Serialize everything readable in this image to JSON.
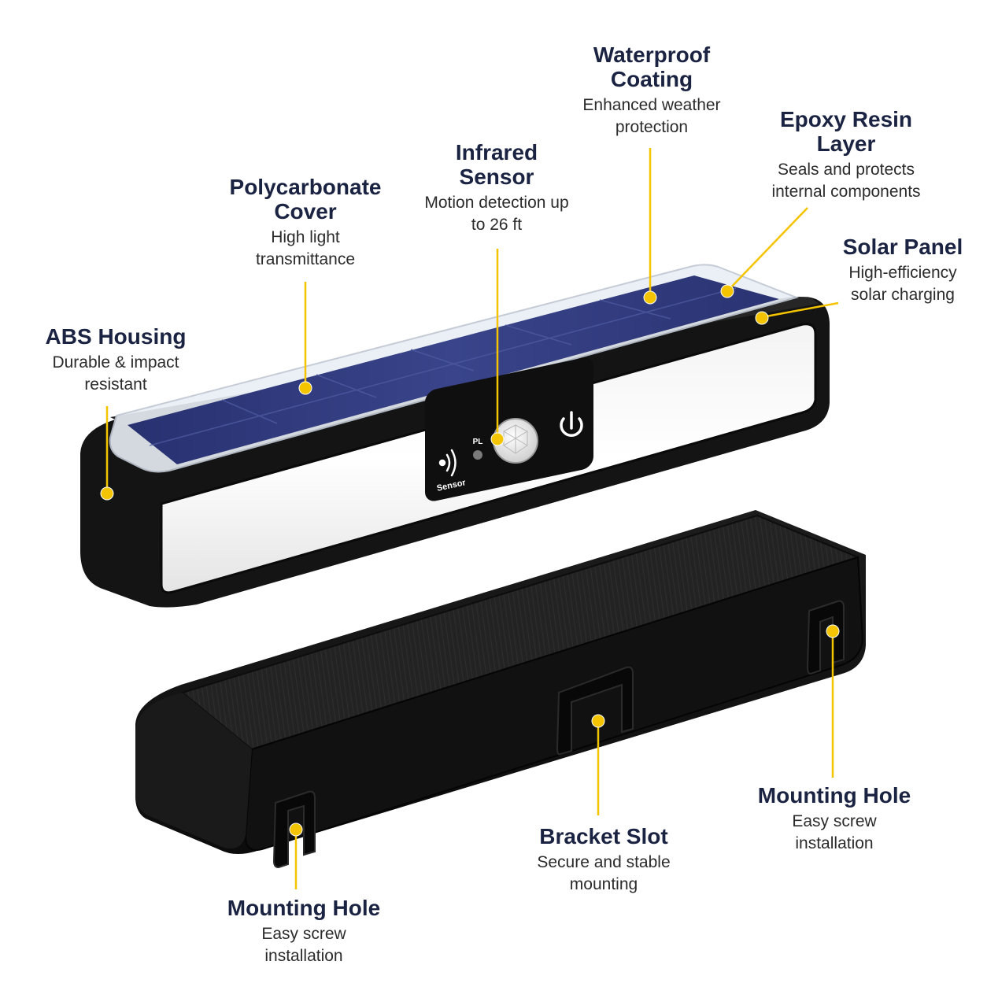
{
  "colors": {
    "accent": "#F5C400",
    "title": "#1B2342",
    "housing": "#141414",
    "solar": "#2C3675"
  },
  "device": {
    "sensor_label": "Sensor",
    "pl_label": "PL",
    "power_icon": "power-icon",
    "sound_icon": "sound-wave-icon"
  },
  "callouts": {
    "waterproof": {
      "title": "Waterproof Coating",
      "desc": "Enhanced weather protection"
    },
    "epoxy": {
      "title": "Epoxy Resin Layer",
      "desc": "Seals and protects internal components"
    },
    "infrared": {
      "title": "Infrared Sensor",
      "desc": "Motion detection up to 26 ft"
    },
    "polycarbonate": {
      "title": "Polycarbonate Cover",
      "desc": "High light transmittance"
    },
    "solar": {
      "title": "Solar Panel",
      "desc": "High-efficiency solar charging"
    },
    "abs": {
      "title": "ABS Housing",
      "desc": "Durable & impact resistant"
    },
    "mount_right": {
      "title": "Mounting Hole",
      "desc": "Easy screw installation"
    },
    "bracket": {
      "title": "Bracket Slot",
      "desc": "Secure and stable mounting"
    },
    "mount_left": {
      "title": "Mounting Hole",
      "desc": "Easy screw installation"
    }
  }
}
